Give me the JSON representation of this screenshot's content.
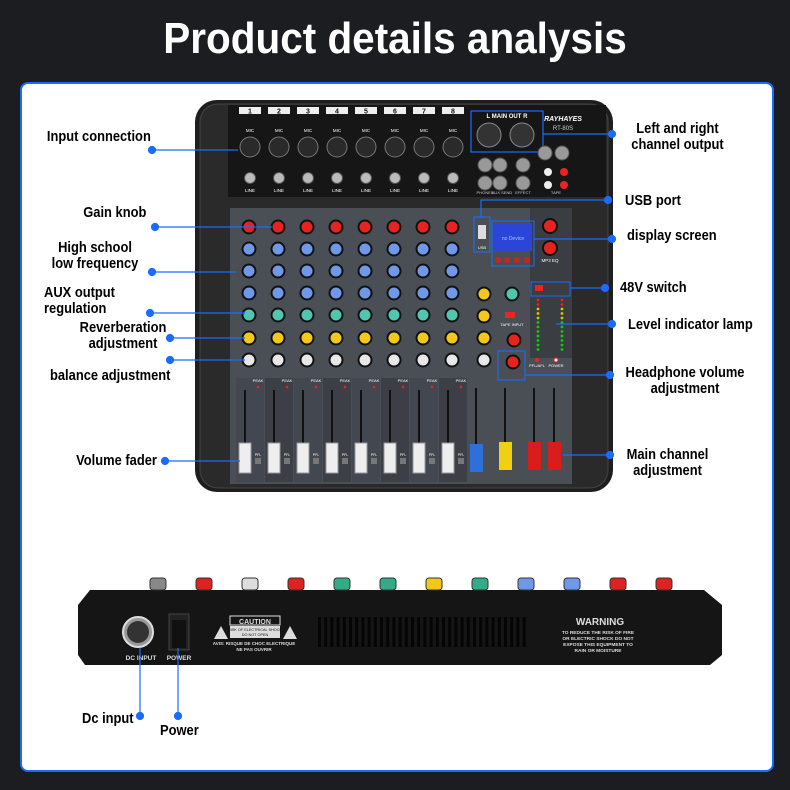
{
  "title": "Product details analysis",
  "colors": {
    "accent": "#1a6cff",
    "background": "#1c1d21",
    "panel": "#ffffff",
    "gain_knob": "#e8231f",
    "eq_knob": "#6f98e8",
    "aux_knob": "#4fc6ad",
    "fx_knob": "#f2c81a",
    "pan_knob": "#e8e8e8"
  },
  "callouts_left": [
    {
      "label": "Input connection"
    },
    {
      "label": "Gain knob"
    },
    {
      "label": "High school\nlow frequency",
      "line1": "High school",
      "line2": "low frequency"
    },
    {
      "label": "AUX output regulation",
      "line1": "AUX output",
      "line2": "regulation"
    },
    {
      "label": "Reverberation adjustment",
      "line1": "Reverberation",
      "line2": "adjustment"
    },
    {
      "label": "balance adjustment"
    },
    {
      "label": "Volume fader"
    }
  ],
  "callouts_right": [
    {
      "line1": "Left and right",
      "line2": "channel output"
    },
    {
      "label": "USB port"
    },
    {
      "label": "display screen"
    },
    {
      "label": "48V switch"
    },
    {
      "label": "Level indicator lamp"
    },
    {
      "line1": "Headphone volume",
      "line2": "adjustment"
    },
    {
      "line1": "Main channel",
      "line2": "adjustment"
    }
  ],
  "callouts_bottom": [
    {
      "label": "Dc input"
    },
    {
      "label": "Power"
    }
  ],
  "mixer": {
    "brand": "RAYHAYES",
    "model": "RT-80S",
    "main_out": "L  MAIN OUT  R",
    "channels": [
      "1",
      "2",
      "3",
      "4",
      "5",
      "6",
      "7",
      "8"
    ],
    "mic_label": "MIC",
    "line_label": "LINE",
    "peak_label": "PEAK",
    "pfl_label": "PFL",
    "jack_labels": [
      "PHONES",
      "AUX SEND",
      "EFFECT",
      "TAPE"
    ],
    "mp3_eq": "MP3 EQ",
    "power_label": "POWER",
    "pfl_afl": "PFL/AFL",
    "tape_input": "TAPE INPUT",
    "display_text": "no Device",
    "usb_label": "USB"
  },
  "back_panel": {
    "dc_input": "DC INPUT",
    "power": "POWER",
    "caution_title": "CAUTION",
    "caution_line1": "RISK OF ELECTRICAL SHOCK",
    "caution_line2": "DO NOT OPEN",
    "avis_line1": "AVIS: RISQUE DE CHOC ELECTRIQUE",
    "avis_line2": "NE PAS OUVRIR",
    "warning_title": "WARNING",
    "warning_lines": [
      "TO REDUCE THE RISK OF FIRE",
      "OR ELECTRIC SHOCK DO NOT",
      "EXPOSE THIS EQUIPMENT TO",
      "RAIN OR MOISTURE"
    ]
  }
}
